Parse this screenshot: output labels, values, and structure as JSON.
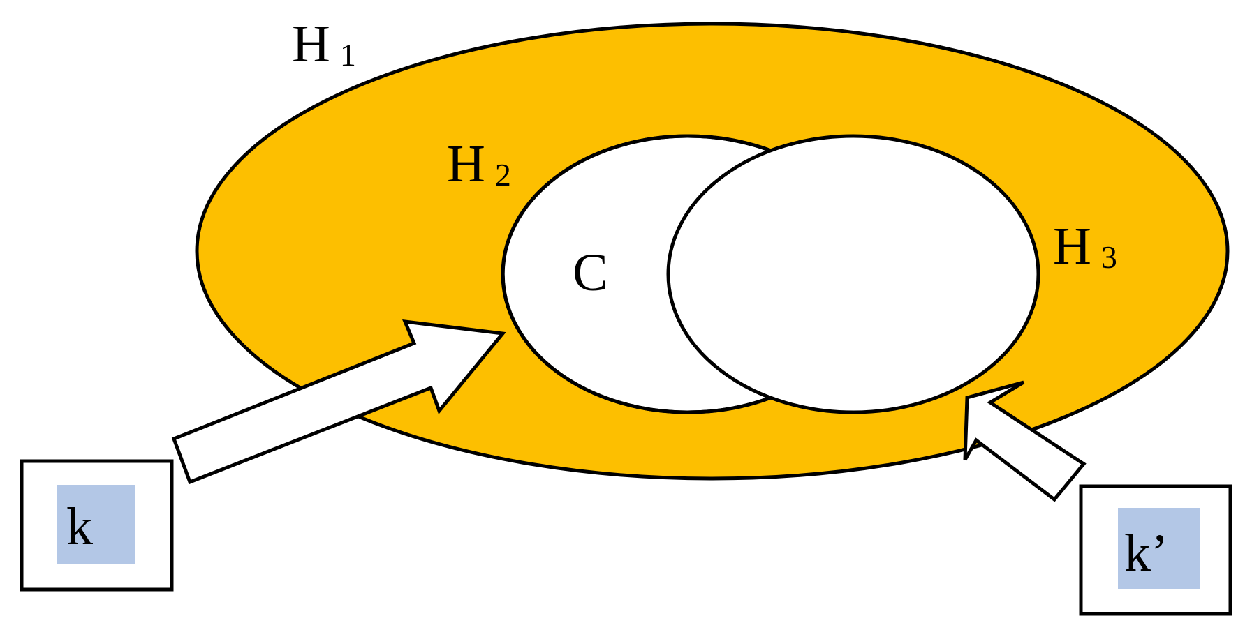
{
  "diagram": {
    "sets": {
      "h1": {
        "letter": "H",
        "index": "1"
      },
      "h2": {
        "letter": "H",
        "index": "2"
      },
      "h3": {
        "letter": "H",
        "index": "3"
      },
      "c": {
        "label": "C"
      }
    },
    "boxes": {
      "k": {
        "label": "k"
      },
      "k_prime": {
        "label": "k’"
      }
    }
  },
  "colors": {
    "outer_fill": "#FDBF00",
    "inner_fill": "#FFFFFF",
    "box_highlight": "#B3C7E6",
    "stroke": "#000000"
  }
}
